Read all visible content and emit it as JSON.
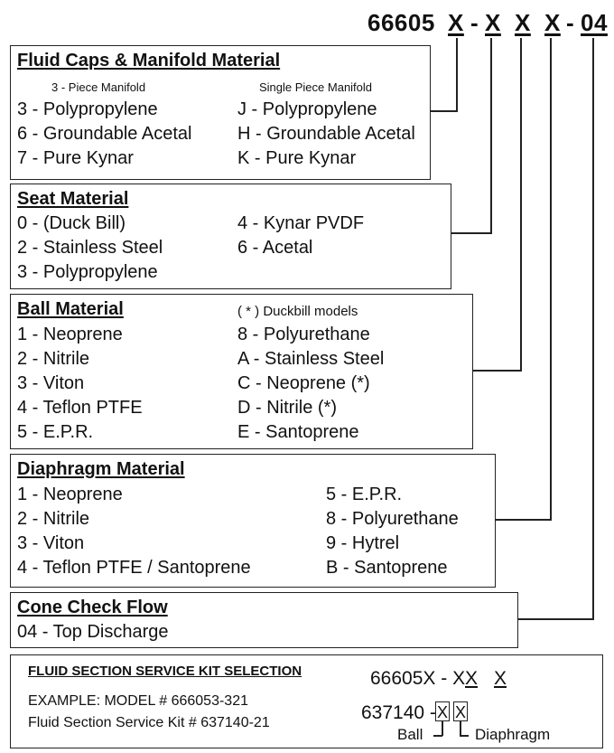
{
  "model_code": {
    "prefix": "66605",
    "slot1": "X",
    "dash1": "-",
    "slot2": "X",
    "slot3": "X",
    "slot4": "X",
    "dash2": "-",
    "slot5": "04"
  },
  "fluid_caps": {
    "title": "Fluid Caps & Manifold Material",
    "sub_left": "3 - Piece Manifold",
    "sub_right": "Single Piece Manifold",
    "left": [
      "3  - Polypropylene",
      "6  - Groundable Acetal",
      "7  - Pure Kynar"
    ],
    "right": [
      "J  - Polypropylene",
      "H  - Groundable Acetal",
      "K  - Pure Kynar"
    ]
  },
  "seat": {
    "title": "Seat Material",
    "left": [
      "0  - (Duck Bill)",
      "2  - Stainless Steel",
      "3  - Polypropylene"
    ],
    "right": [
      "4  - Kynar PVDF",
      "6  - Acetal"
    ]
  },
  "ball": {
    "title": "Ball Material",
    "note": "( * ) Duckbill models",
    "left": [
      "1  - Neoprene",
      "2  - Nitrile",
      "3  - Viton",
      "4  - Teflon PTFE",
      "5  - E.P.R."
    ],
    "right": [
      "8  - Polyurethane",
      "A  - Stainless Steel",
      "C  - Neoprene (*)",
      "D  - Nitrile (*)",
      "E  - Santoprene"
    ]
  },
  "diaphragm": {
    "title": "Diaphragm Material",
    "left": [
      "1  - Neoprene",
      "2  - Nitrile",
      "3  - Viton",
      "4  - Teflon PTFE / Santoprene"
    ],
    "right": [
      "5  - E.P.R.",
      "8  - Polyurethane",
      "9  - Hytrel",
      "B  - Santoprene"
    ]
  },
  "cone": {
    "title": "Cone Check Flow",
    "items": [
      "04 - Top Discharge"
    ]
  },
  "kit": {
    "title": "FLUID SECTION SERVICE KIT SELECTION",
    "example": "EXAMPLE: MODEL # 666053-321",
    "kit_line": "Fluid Section Service Kit # 637140-21",
    "model_prefix": "66605X - X",
    "model_x1": "X",
    "model_x2": "X",
    "kit_prefix": "637140 -",
    "kit_x1": "X",
    "kit_x2": "X",
    "ball_label": "Ball",
    "diaphragm_label": "Diaphragm"
  }
}
